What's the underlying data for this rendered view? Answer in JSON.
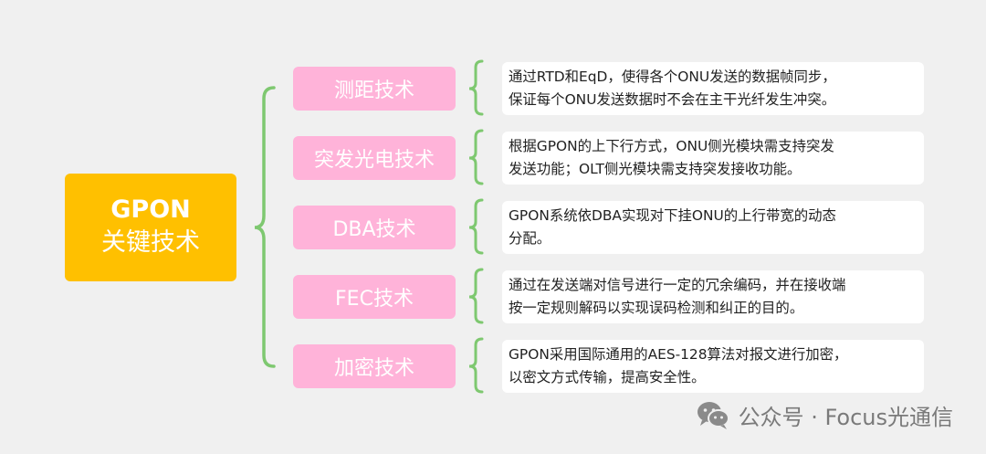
{
  "root": {
    "title_line1": "GPON",
    "title_line2": "关键技术"
  },
  "techniques": [
    {
      "name": "测距技术",
      "desc_line1": "通过RTD和EqD，使得各个ONU发送的数据帧同步，",
      "desc_line2": "保证每个ONU发送数据时不会在主干光纤发生冲突。"
    },
    {
      "name": "突发光电技术",
      "desc_line1": "根据GPON的上下行方式，ONU侧光模块需支持突发",
      "desc_line2": "发送功能；OLT侧光模块需支持突发接收功能。"
    },
    {
      "name": "DBA技术",
      "desc_line1": "GPON系统依DBA实现对下挂ONU的上行带宽的动态",
      "desc_line2": "分配。"
    },
    {
      "name": "FEC技术",
      "desc_line1": "通过在发送端对信号进行一定的冗余编码，并在接收端",
      "desc_line2": "按一定规则解码以实现误码检测和纠正的目的。"
    },
    {
      "name": "加密技术",
      "desc_line1": "GPON采用国际通用的AES-128算法对报文进行加密，",
      "desc_line2": "以密文方式传输，提高安全性。"
    }
  ],
  "watermark": {
    "text": "公众号 · Focus光通信",
    "icon": "wechat-icon"
  },
  "colors": {
    "background": "#f0f0f0",
    "root_fill": "#ffc000",
    "tech_fill": "#ffb3d9",
    "bracket": "#7ec870",
    "desc_fill": "#ffffff"
  }
}
